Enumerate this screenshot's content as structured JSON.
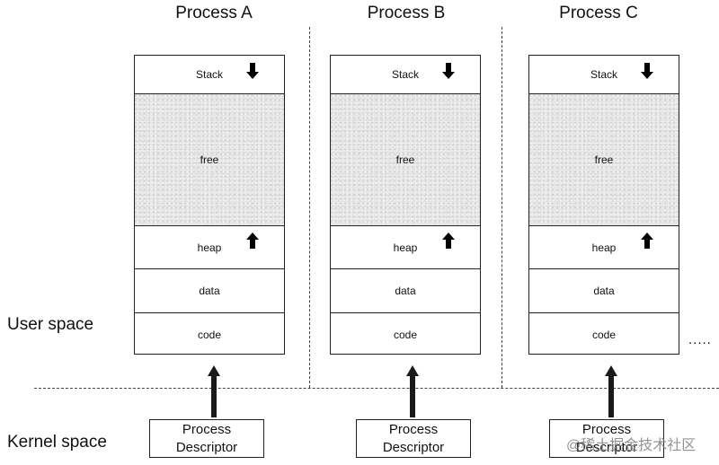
{
  "processes": [
    {
      "title": "Process A",
      "segments": {
        "stack": "Stack",
        "free": "free",
        "heap": "heap",
        "data": "data",
        "code": "code"
      },
      "descriptor": "Process Descriptor"
    },
    {
      "title": "Process B",
      "segments": {
        "stack": "Stack",
        "free": "free",
        "heap": "heap",
        "data": "data",
        "code": "code"
      },
      "descriptor": "Process Descriptor"
    },
    {
      "title": "Process C",
      "segments": {
        "stack": "Stack",
        "free": "free",
        "heap": "heap",
        "data": "data",
        "code": "code"
      },
      "descriptor": "Process Descriptor"
    }
  ],
  "labels": {
    "user_space": "User space",
    "kernel_space": "Kernel space",
    "ellipsis": "....."
  },
  "watermark": "@稀土掘金技术社区",
  "icons": {
    "stack_growth": "arrow-down-icon",
    "heap_growth": "arrow-up-icon",
    "link": "thick-arrow-up-icon"
  },
  "colors": {
    "line": "#222222",
    "free_fill": "#e4e4e4"
  }
}
